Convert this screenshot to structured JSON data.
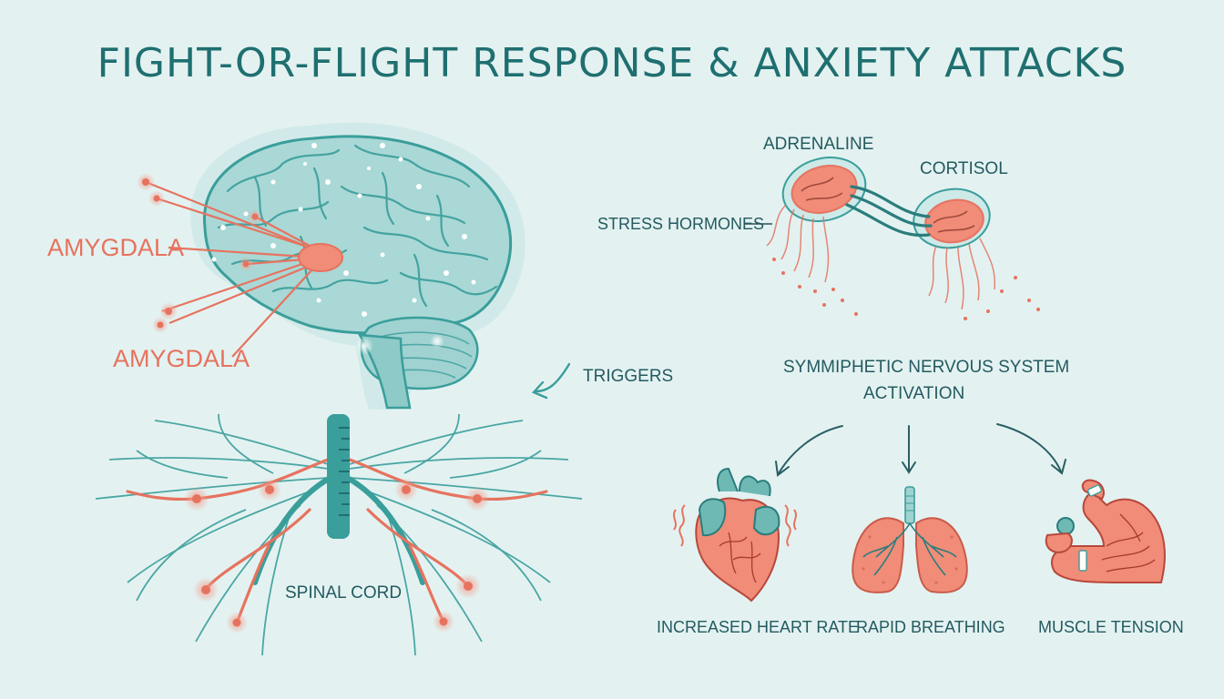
{
  "title": "FIGHT-OR-FLIGHT RESPONSE & ANXIETY ATTACKS",
  "labels": {
    "amygdala_1": "AMYGDALA",
    "amygdala_2": "AMYGDALA",
    "triggers": "TRIGGERS",
    "spinal_cord": "SPINAL CORD",
    "adrenaline": "ADRENALINE",
    "cortisol": "CORTISOL",
    "stress_hormones": "STRESS HORMONES",
    "sympathetic_line1": "SYMMIPHETIC NERVOUS SYSTEM",
    "sympathetic_line2": "ACTIVATION",
    "heart_rate": "INCREASED HEART RATE",
    "breathing": "RAPID BREATHING",
    "muscle": "MUSCLE TENSION"
  },
  "colors": {
    "teal": "#3a9e9b",
    "teal_dark": "#1f6f70",
    "coral": "#e6735f",
    "background": "#e3f2f1"
  }
}
